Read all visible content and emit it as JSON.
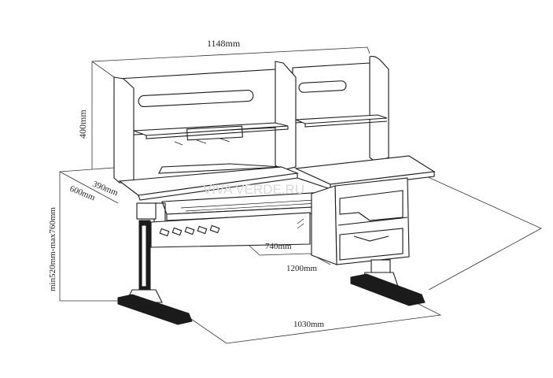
{
  "dimensions": {
    "width_total": "1148mm",
    "hutch_height": "400mm",
    "hutch_depth": "390mm",
    "desk_depth": "600mm",
    "height_range": "min520mm-max760mm",
    "depth_lower": "740mm",
    "desk_width": "1200mm",
    "base_width": "1030mm"
  },
  "watermark": "VIVA VERDE.RU",
  "colors": {
    "line": "#1a1a1a",
    "dimension": "#333333",
    "watermark": "#d9d9d9",
    "background": "#ffffff"
  }
}
